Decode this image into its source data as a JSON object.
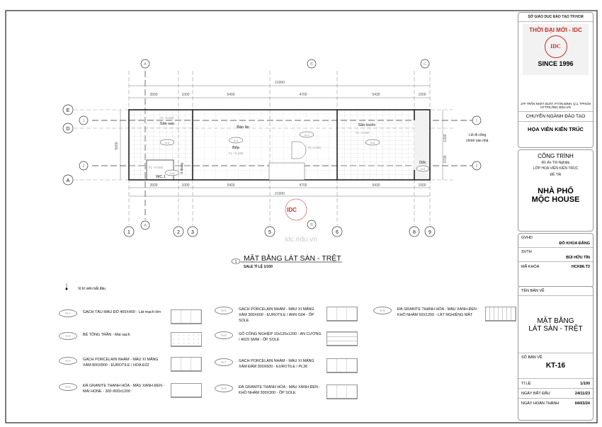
{
  "drawing": {
    "title": "MẶT BẰNG LÁT SÀN - TRỆT",
    "title_number": "1",
    "scale_label": "SALE TỈ LỆ 1/100",
    "watermark": "idc.edu.vn",
    "start_point_label": "Vị trí viên bắt đầu",
    "entrance_label_1": "Lối đi cổng",
    "entrance_label_2": "chính vào nhà",
    "grid_cols": [
      "1",
      "2",
      "3",
      "5",
      "6",
      "8",
      "9"
    ],
    "grid_rows": [
      "E",
      "D",
      "A"
    ],
    "section_markers": [
      "1",
      "2",
      "A",
      "B",
      "C"
    ],
    "dims_top": [
      "3500",
      "1000",
      "5400",
      "4700",
      "5430",
      "1000"
    ],
    "dims_total": "21000",
    "dim_height": "5000",
    "dim_side": [
      "1300",
      "3700"
    ],
    "rooms": [
      {
        "name": "Sân sau",
        "tag": "N-8",
        "level": "FL -0.050"
      },
      {
        "name": "Bếp",
        "tag": "N-3",
        "level": "FL +0.100"
      },
      {
        "name": "Bàn ăn",
        "tag": "",
        "level": ""
      },
      {
        "name": "Sân trước",
        "tag": "N-8",
        "level": "FL -0.250"
      },
      {
        "name": "WC.1",
        "tag": "N-4",
        "level": "FL +0.050"
      },
      {
        "name": "Dốc",
        "tag": "N-9",
        "level": ""
      }
    ],
    "stair_label": "S.thang",
    "landing_level": "FL 0.000"
  },
  "legend": [
    {
      "tag": "N-1",
      "text": "GẠCH TÀU MÀU ĐỎ 400X400 - Lát mạch lớn"
    },
    {
      "tag": "N-2",
      "text": "BÊ TÔNG TRẦN - Mài sạch"
    },
    {
      "tag": "N-3",
      "text": "GẠCH PORCELAIN NHÁM - MÀU XI MĂNG XÁM 800X800 - EUROTILE / HOA E02"
    },
    {
      "tag": "N-4",
      "text": "ĐÁ GRANITE THANH HÓA - MÀU XANH ĐEN - MÀI HONE - 300 /600x1200"
    },
    {
      "tag": "N-5",
      "text": "GẠCH PORCELAIN NHÁM - MÀU XI MĂNG XÁM 300X600 - EUROTILE / ANN G04 - ỐP SOLE"
    },
    {
      "tag": "N-6",
      "text": "GỖ CÔNG NGHIỆP 10x120x1200 - AN CƯỜNG / 4029 SMM - ỐP SOLE"
    },
    {
      "tag": "N-7",
      "text": "GẠCH PORCELAIN NHÁM - MÀU XI MĂNG XÁM ĐẬM 300X600 - EUROTILE / PL36"
    },
    {
      "tag": "N-8",
      "text": "ĐÁ GRANITE THANH HÓA - MÀU XANH ĐEN - KHÒ NHÁM 300X300 - ỐP SOLE"
    },
    {
      "tag": "N-9",
      "text": "ĐÁ GRANITE THANH HÓA - MÀU XANH ĐEN - KHÒ NHÁM 50X1200 - LÁT NGHIÊNG MẶT"
    }
  ],
  "title_block": {
    "department": "SỞ GIÁO DỤC ĐÀO TẠO TP.HCM",
    "school": "THỜI ĐẠI MỚI - IDC",
    "logo": "IDC",
    "since": "SINCE 1996",
    "address": "27F TRẦN NHẬT DUẬT, P.TÂN ĐỊNH, Q.1, TPHCM",
    "website": "HTTPS://IDC.EDU.VN",
    "major_label": "CHUYÊN NGÀNH ĐÀO TẠO",
    "major": "HỌA VIÊN KIẾN TRÚC",
    "project_label": "CÔNG TRÌNH",
    "project_sub": "Đồ Án Tốt Nghiệp",
    "class": "LỚP HỌA VIÊN KIẾN TRÚC",
    "topic_label": "ĐỀ TÀI",
    "project_name_1": "NHÀ PHỐ",
    "project_name_2": "MỘC HOUSE",
    "gvhd_label": "GVHD",
    "gvhd": "ĐỖ KHOA ĐĂNG",
    "svth_label": "SVTH",
    "svth": "BÙI HỮU TÍN",
    "course_label": "MÃ KHÓA",
    "course": "HCK86.T3",
    "sheet_name_label": "TÊN BẢN VẼ",
    "sheet_name_1": "MẶT BẰNG",
    "sheet_name_2": "LÁT SÀN - TRỆT",
    "sheet_no_label": "SỐ BẢN VẼ",
    "sheet_no": "KT-16",
    "scale_label": "TỈ LỆ:",
    "scale": "1/100",
    "start_label": "NGÀY BẮT ĐẦU",
    "start": "24/11/23",
    "end_label": "NGÀY HOÀN THÀNH",
    "end": "04/03/24",
    "accent": "#c0302a"
  }
}
